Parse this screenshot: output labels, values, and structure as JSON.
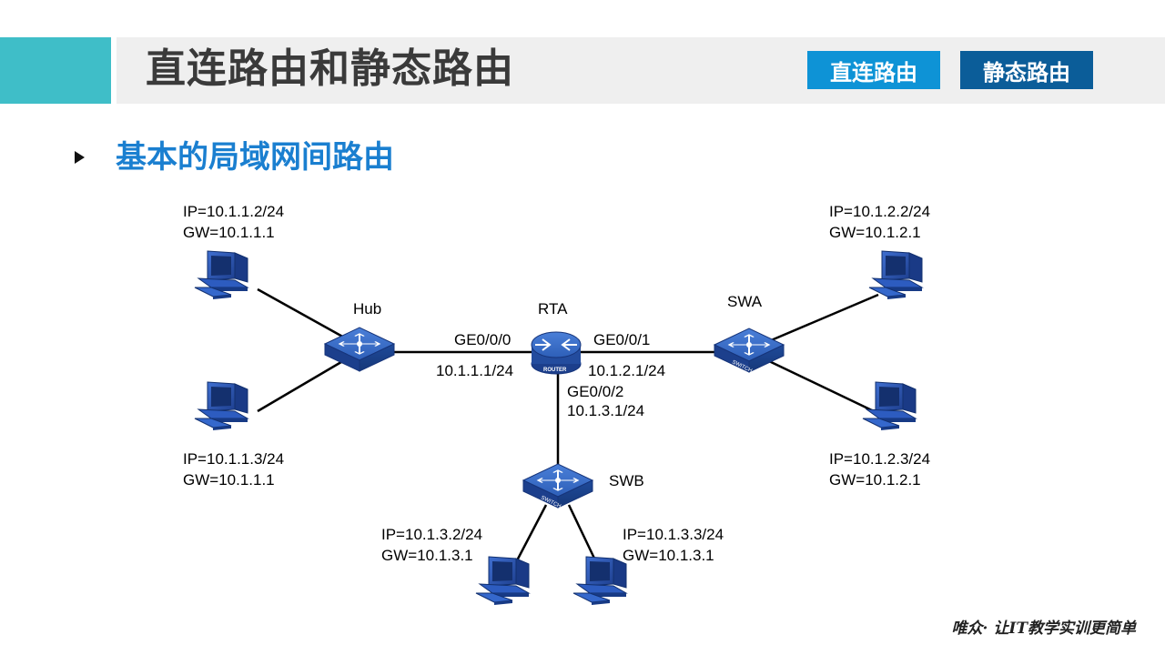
{
  "header": {
    "title": "直连路由和静态路由",
    "tabs": [
      {
        "label": "直连路由",
        "color": "#0e93d6"
      },
      {
        "label": "静态路由",
        "color": "#0b5d99"
      }
    ],
    "accent_color": "#3fbec8"
  },
  "section": {
    "title": "基本的局域网间路由"
  },
  "diagram": {
    "devices": {
      "hub": "Hub",
      "router": "RTA",
      "router_badge": "ROUTER",
      "swa": "SWA",
      "swb": "SWB",
      "switch_badge": "SWITCH"
    },
    "interfaces": {
      "ge0": {
        "name": "GE0/0/0",
        "ip": "10.1.1.1/24"
      },
      "ge1": {
        "name": "GE0/0/1",
        "ip": "10.1.2.1/24"
      },
      "ge2": {
        "name": "GE0/0/2",
        "ip": "10.1.3.1/24"
      }
    },
    "hosts": [
      {
        "ip": "IP=10.1.1.2/24",
        "gw": "GW=10.1.1.1"
      },
      {
        "ip": "IP=10.1.1.3/24",
        "gw": "GW=10.1.1.1"
      },
      {
        "ip": "IP=10.1.2.2/24",
        "gw": "GW=10.1.2.1"
      },
      {
        "ip": "IP=10.1.2.3/24",
        "gw": "GW=10.1.2.1"
      },
      {
        "ip": "IP=10.1.3.2/24",
        "gw": "GW=10.1.3.1"
      },
      {
        "ip": "IP=10.1.3.3/24",
        "gw": "GW=10.1.3.1"
      }
    ]
  },
  "footer": {
    "brand": "唯众· 让IT教学实训更简单"
  }
}
